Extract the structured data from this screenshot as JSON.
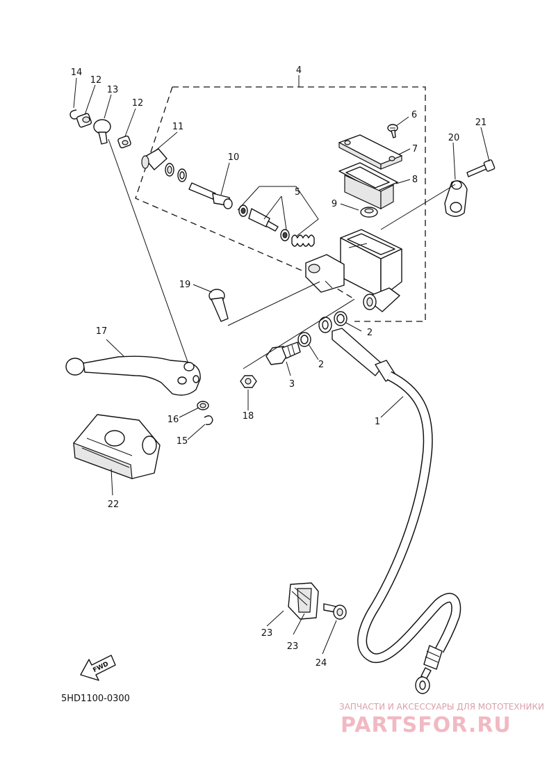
{
  "diagram_code": "5HD1100-0300",
  "fwd_label": "FWD",
  "watermark": {
    "tagline": "ЗАПЧАСТИ И АКСЕССУАРЫ ДЛЯ МОТОТЕХНИКИ",
    "brand": "PARTSFOR.RU"
  },
  "callouts": {
    "c1": "1",
    "c2a": "2",
    "c2b": "2",
    "c3": "3",
    "c4": "4",
    "c5": "5",
    "c6": "6",
    "c7": "7",
    "c8": "8",
    "c9": "9",
    "c10": "10",
    "c11": "11",
    "c12a": "12",
    "c12b": "12",
    "c13": "13",
    "c14": "14",
    "c15": "15",
    "c16": "16",
    "c17": "17",
    "c18": "18",
    "c19": "19",
    "c20": "20",
    "c21": "21",
    "c22": "22",
    "c23a": "23",
    "c23b": "23",
    "c24": "24"
  }
}
